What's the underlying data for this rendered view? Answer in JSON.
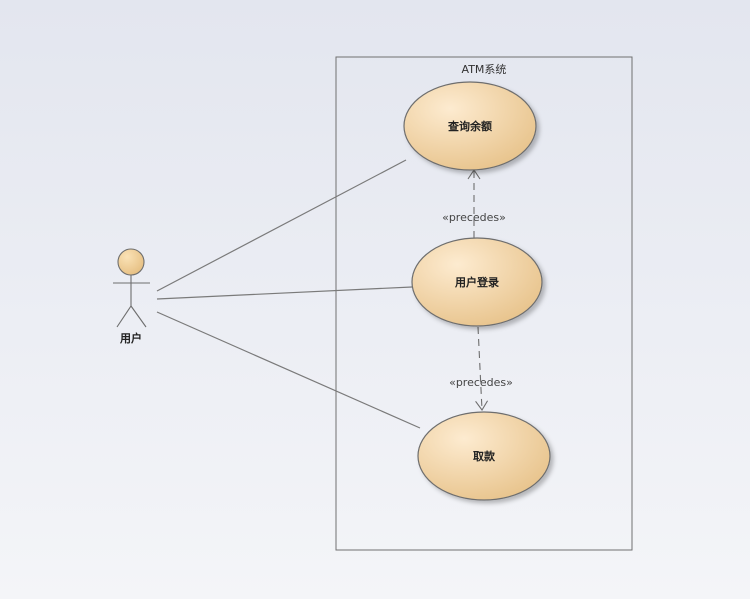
{
  "system": {
    "title": "ATM系统"
  },
  "actor": {
    "name": "用户"
  },
  "use_cases": [
    {
      "id": "balance",
      "label": "查询余额"
    },
    {
      "id": "login",
      "label": "用户登录"
    },
    {
      "id": "withdraw",
      "label": "取款"
    }
  ],
  "relations": [
    {
      "stereotype": "«precedes»"
    },
    {
      "stereotype": "«precedes»"
    }
  ],
  "colors": {
    "usecase_fill_light": "#fbe6c6",
    "usecase_fill_dark": "#ecc993",
    "stroke": "#6e6e6e",
    "actor_fill": "#f3d49e"
  }
}
